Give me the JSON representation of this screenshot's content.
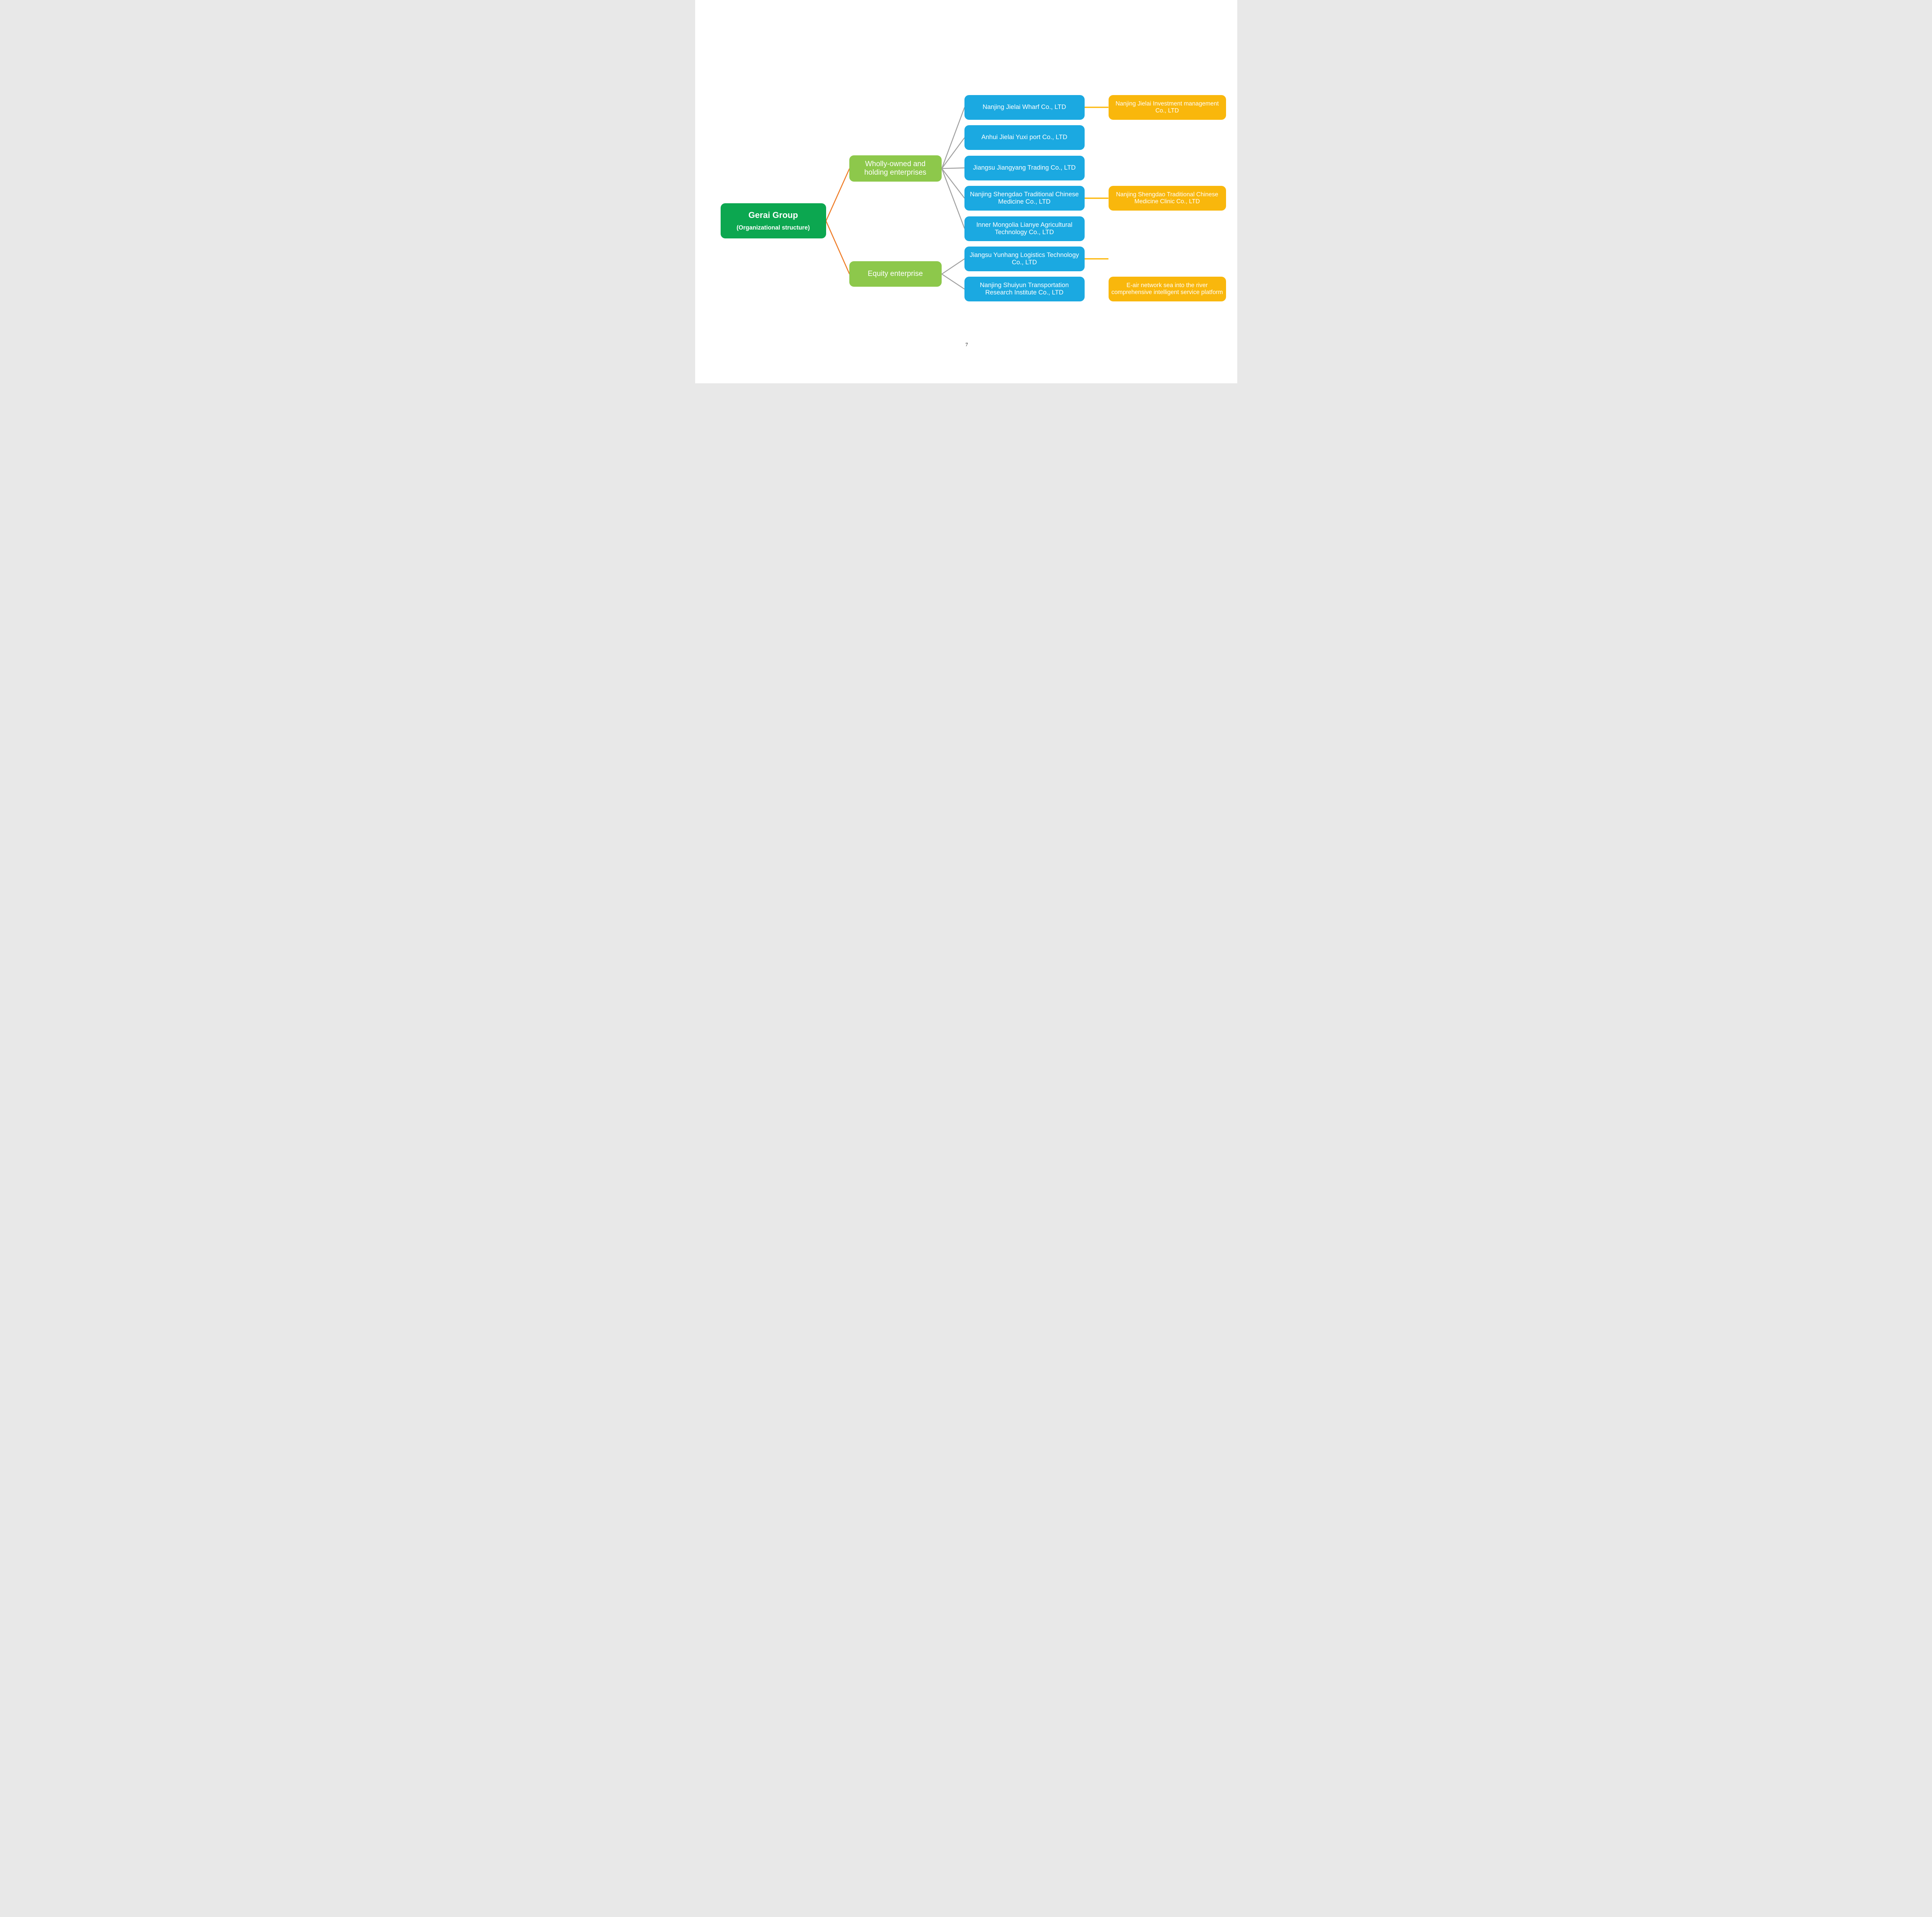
{
  "colors": {
    "page-background": "#FFFFFF",
    "box-text": "#FFFFFF",
    "root-box": "#0CA750",
    "branch-box": "#8DC84B",
    "company-box": "#1BA9E1",
    "subsidiary-box": "#F9B70C",
    "root-connector": "#EF7D29",
    "branch-connector": "#A0A0A0",
    "subsidiary-connector": "#FDBA12",
    "page-number-text": "#000000"
  },
  "root": {
    "title": "Gerai Group",
    "subtitle": "(Organizational structure)"
  },
  "branches": [
    {
      "label": "Wholly-owned and holding enterprises"
    },
    {
      "label": "Equity enterprise"
    }
  ],
  "companies": [
    {
      "label": "Nanjing Jielai Wharf Co., LTD",
      "branch_index": 0
    },
    {
      "label": "Anhui Jielai Yuxi port Co., LTD",
      "branch_index": 0
    },
    {
      "label": "Jiangsu Jiangyang Trading Co., LTD",
      "branch_index": 0
    },
    {
      "label": "Nanjing Shengdao Traditional Chinese Medicine Co., LTD",
      "branch_index": 0
    },
    {
      "label": "Inner Mongolia Lianye Agricultural Technology Co., LTD",
      "branch_index": 0
    },
    {
      "label": "Jiangsu Yunhang Logistics Technology Co., LTD",
      "branch_index": 1
    },
    {
      "label": "Nanjing Shuiyun Transportation Research Institute Co., LTD",
      "branch_index": 1
    }
  ],
  "subsidiaries": [
    {
      "label": "Nanjing Jielai Investment management Co., LTD",
      "company_index": 0
    },
    {
      "label": "Nanjing Shengdao Traditional Chinese Medicine Clinic Co., LTD",
      "company_index": 3
    },
    {
      "label": "E-air network sea into the river comprehensive intelligent service platform",
      "company_index": 5
    }
  ],
  "page": {
    "number": "7"
  }
}
